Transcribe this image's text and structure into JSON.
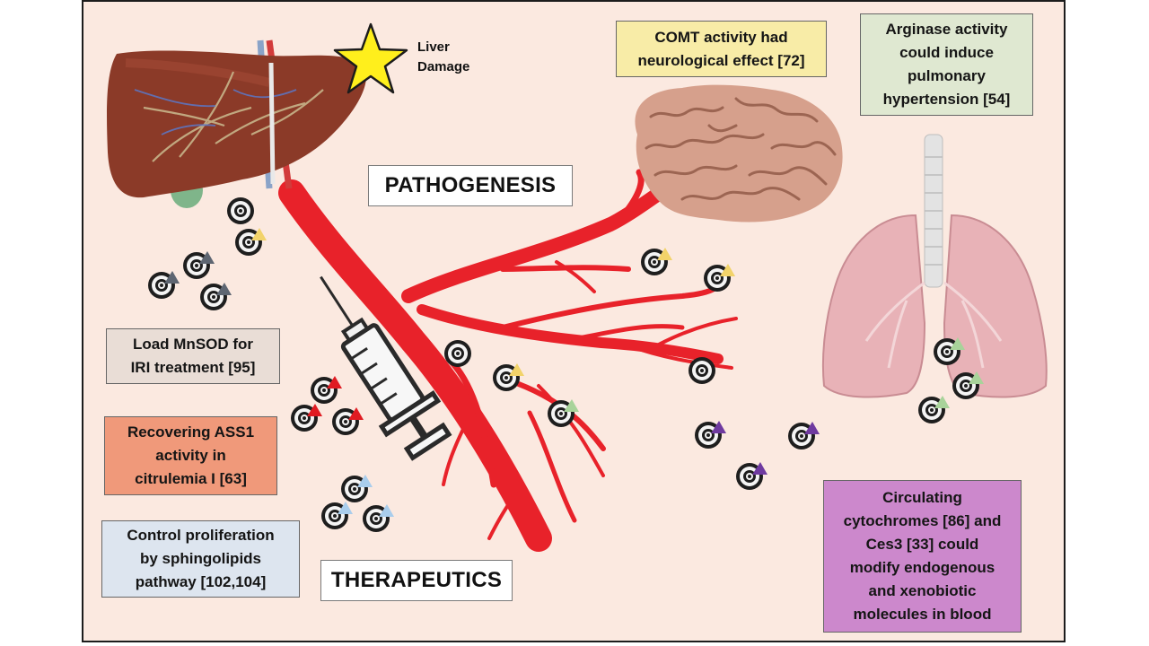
{
  "labels": {
    "liver_damage": [
      "Liver",
      "Damage"
    ],
    "pathogenesis": "PATHOGENESIS",
    "therapeutics": "THERAPEUTICS"
  },
  "boxes": {
    "comt": [
      "COMT activity had",
      "neurological effect [72]"
    ],
    "arginase": [
      "Arginase activity",
      "could induce",
      "pulmonary",
      "hypertension [54]"
    ],
    "mnsod": [
      "Load MnSOD for",
      "IRI treatment [95]"
    ],
    "ass1": [
      "Recovering ASS1",
      "activity in",
      "citrulemia I [63]"
    ],
    "sphingo": [
      "Control proliferation",
      "by sphingolipids",
      "pathway [102,104]"
    ],
    "cyto": [
      "Circulating",
      "cytochromes [86] and",
      "Ces3 [33] could",
      "modify endogenous",
      "and xenobiotic",
      "molecules in blood"
    ]
  },
  "colors": {
    "panel_bg": "#fbe9e0",
    "vessel": "#e8222a",
    "comt_box": "#f8eca7",
    "arginase_box": "#dfe8d1",
    "mnsod_box": "#e9ddd6",
    "ass1_box": "#f0997a",
    "sphingo_box": "#dde5ef",
    "cyto_box": "#cc88cc",
    "star": "#ffef1c",
    "tri_grey": "#5e6672",
    "tri_yellow": "#f2d36a",
    "tri_red": "#e01b22",
    "tri_blue": "#a9cdec",
    "tri_green": "#a8d39a",
    "tri_purple": "#6f3aa0"
  },
  "icons": [
    "liver-icon",
    "star-icon",
    "brain-icon",
    "lungs-icon",
    "syringe-icon",
    "blood-vessel-icon",
    "vesicle-icon"
  ]
}
